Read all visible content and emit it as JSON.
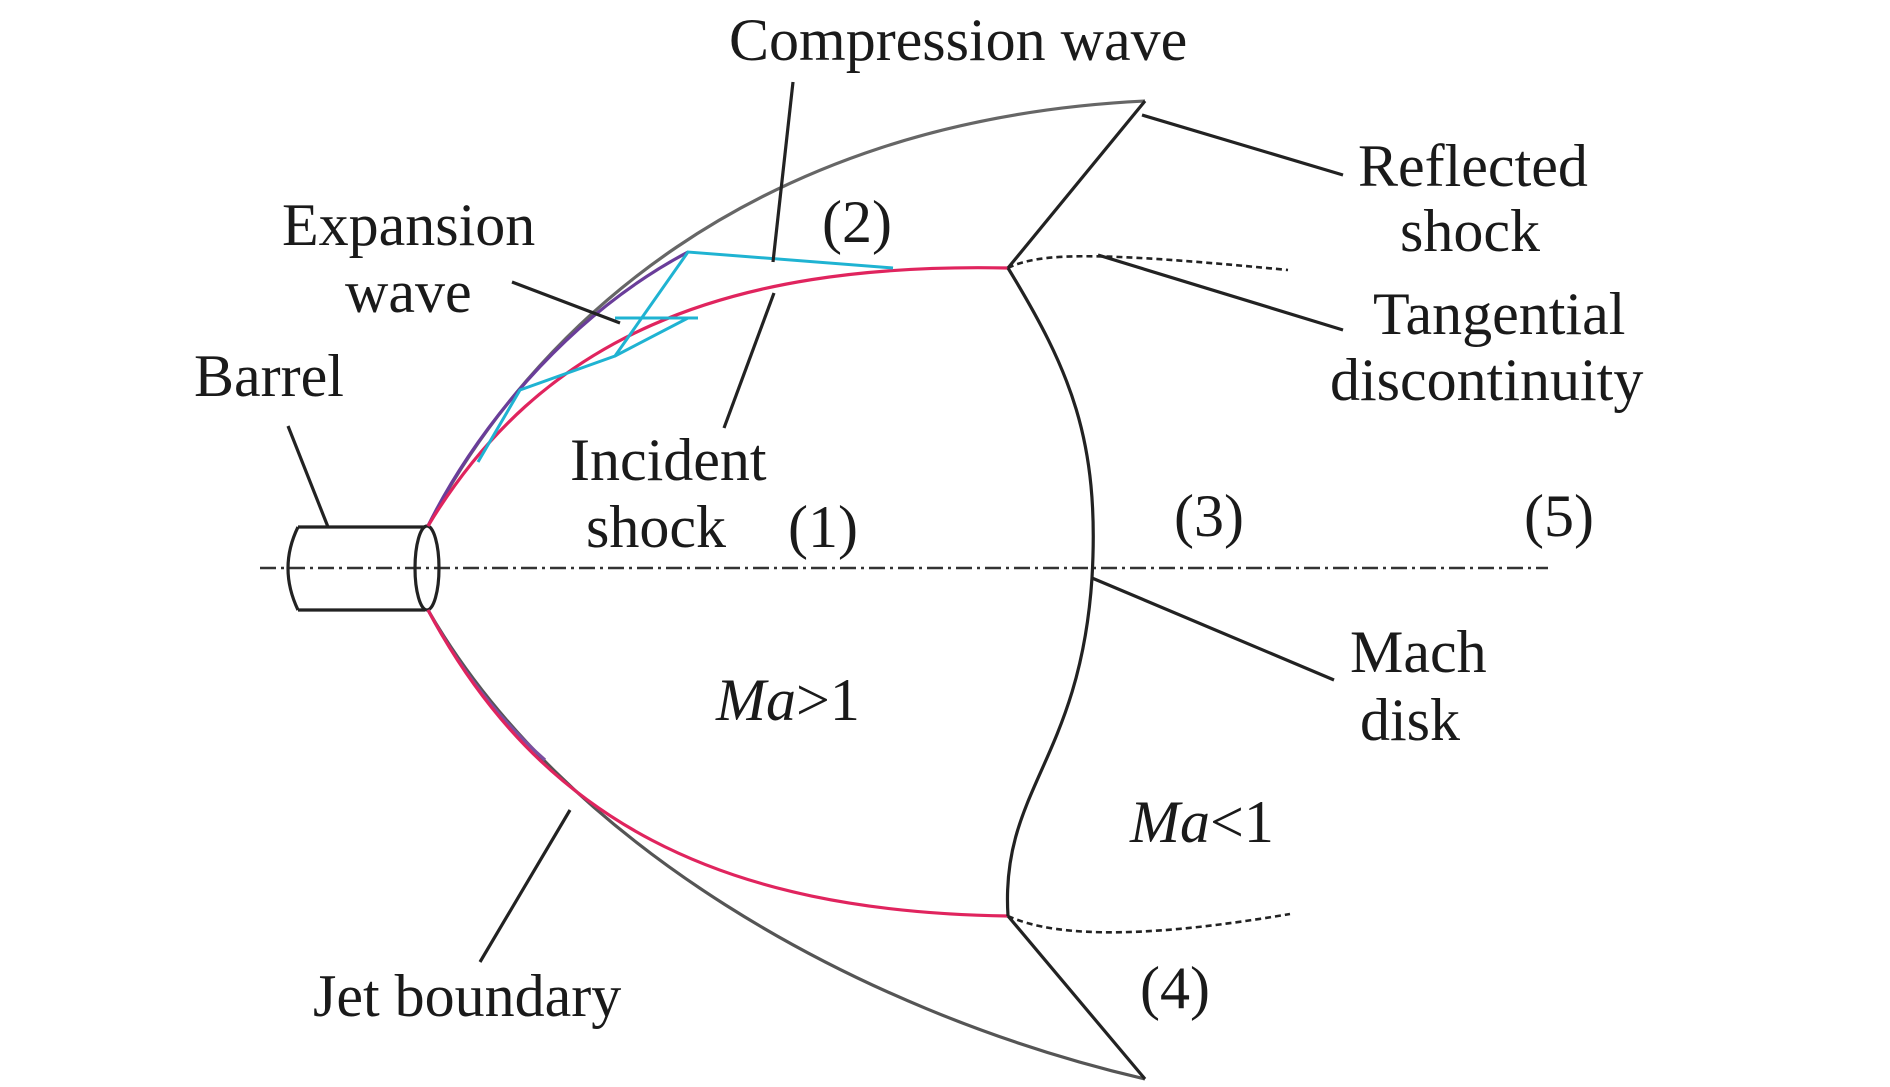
{
  "labels": {
    "compression_wave": "Compression wave",
    "reflected_shock_1": "Reflected",
    "reflected_shock_2": "shock",
    "expansion_wave_1": "Expansion",
    "expansion_wave_2": "wave",
    "tangential_1": "Tangential",
    "tangential_2": "discontinuity",
    "barrel": "Barrel",
    "incident_shock_1": "Incident",
    "incident_shock_2": "shock",
    "region_1": "(1)",
    "region_2": "(2)",
    "region_3": "(3)",
    "region_4": "(4)",
    "region_5": "(5)",
    "mach_disk_1": "Mach",
    "mach_disk_2": "disk",
    "ma_gt_var": "Ma",
    "ma_gt_rest": ">1",
    "ma_lt_var": "Ma",
    "ma_lt_rest": "<1",
    "jet_boundary": "Jet boundary"
  },
  "colors": {
    "line": "#222222",
    "jet_boundary_gray": "#555555",
    "incident_shock": "#e0245e",
    "compression_wave": "#1fb3d2",
    "expansion_edge": "#6a3d9a"
  }
}
